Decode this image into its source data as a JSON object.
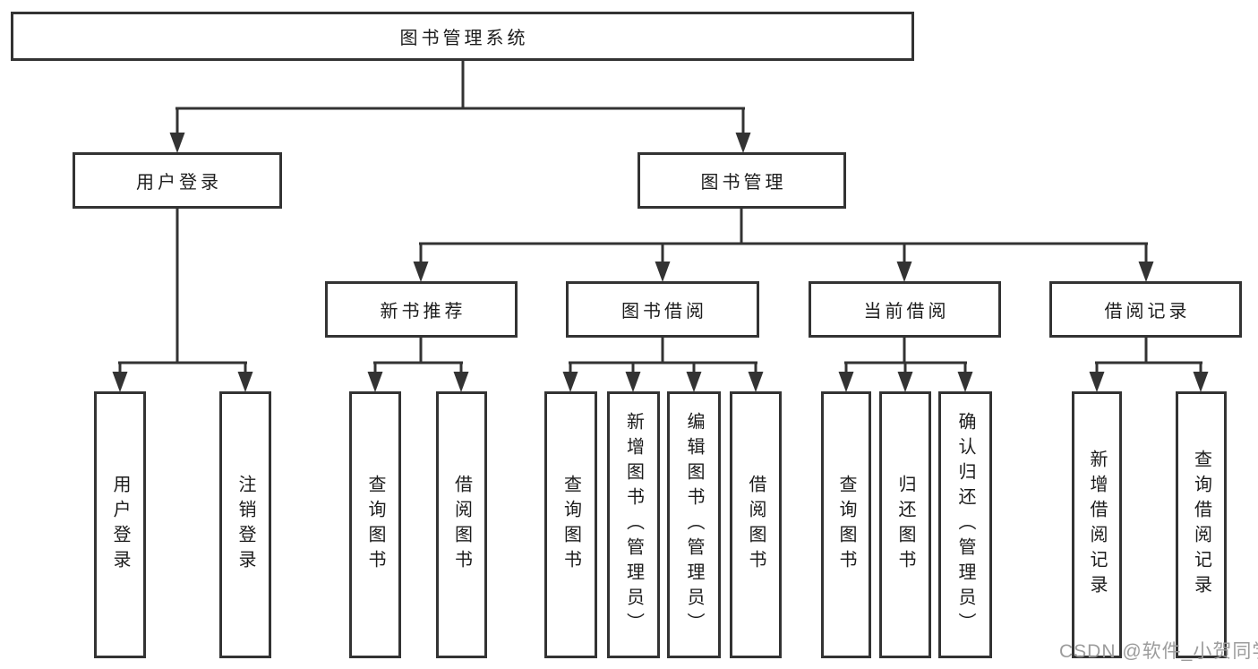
{
  "tree": {
    "root": {
      "label": "图书管理系统",
      "children": [
        {
          "label": "用户登录",
          "children": [
            {
              "label": "用户登录"
            },
            {
              "label": "注销登录"
            }
          ]
        },
        {
          "label": "图书管理",
          "children": [
            {
              "label": "新书推荐",
              "children": [
                {
                  "label": "查询图书"
                },
                {
                  "label": "借阅图书"
                }
              ]
            },
            {
              "label": "图书借阅",
              "children": [
                {
                  "label": "查询图书"
                },
                {
                  "label": "新增图书（管理员）"
                },
                {
                  "label": "编辑图书（管理员）"
                },
                {
                  "label": "借阅图书"
                }
              ]
            },
            {
              "label": "当前借阅",
              "children": [
                {
                  "label": "查询图书"
                },
                {
                  "label": "归还图书"
                },
                {
                  "label": "确认归还（管理员）"
                }
              ]
            },
            {
              "label": "借阅记录",
              "children": [
                {
                  "label": "新增借阅记录"
                },
                {
                  "label": "查询借阅记录"
                }
              ]
            }
          ]
        }
      ]
    }
  },
  "watermark": {
    "text": "CSDN @软件_小贺同学"
  },
  "colors": {
    "line": "#333333",
    "text": "#1c1c1c",
    "watermark_gray": "#9c9c9c",
    "background": "#ffffff"
  }
}
